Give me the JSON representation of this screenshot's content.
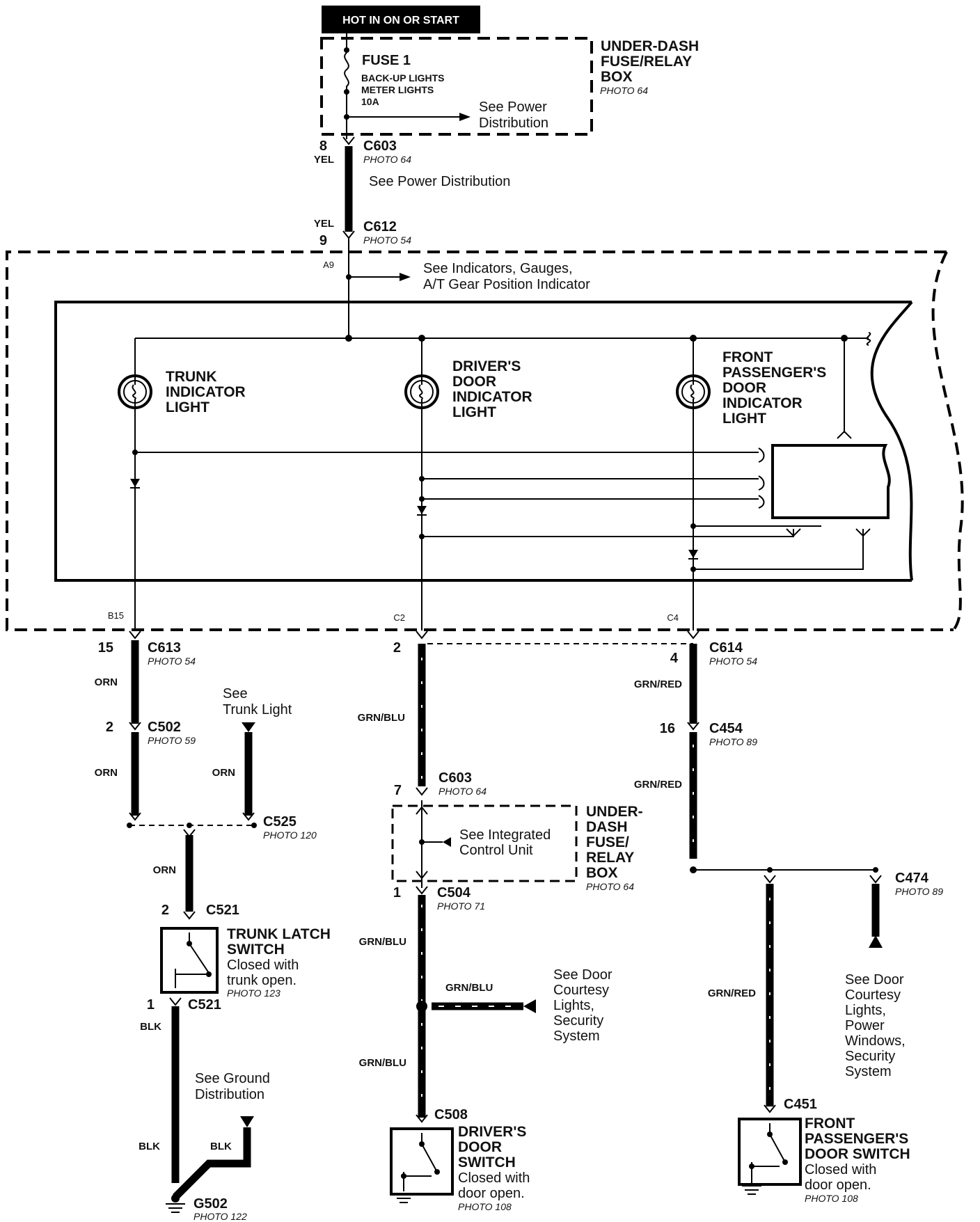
{
  "header": {
    "power_label": "HOT IN ON OR START"
  },
  "fuse_box_top": {
    "fuse_name": "FUSE 1",
    "fuse_line1": "BACK-UP LIGHTS",
    "fuse_line2": "METER LIGHTS",
    "fuse_rating": "10A",
    "see1": "See Power",
    "see2": "Distribution",
    "box_line1": "UNDER-DASH",
    "box_line2": "FUSE/RELAY",
    "box_line3": "BOX",
    "photo": "PHOTO 64"
  },
  "c603_top": {
    "pin": "8",
    "color": "YEL",
    "name": "C603",
    "photo": "PHOTO 64"
  },
  "see_power_mid": "See Power Distribution",
  "c612": {
    "pin": "9",
    "color": "YEL",
    "name": "C612",
    "photo": "PHOTO 54"
  },
  "gauge_assembly": {
    "pin_a9": "A9",
    "see1": "See Indicators, Gauges,",
    "see2": "A/T Gear Position Indicator",
    "pin_b15": "B15",
    "pin_c2": "C2",
    "pin_c4": "C4"
  },
  "lights": {
    "trunk": [
      "TRUNK",
      "INDICATOR",
      "LIGHT"
    ],
    "driver": [
      "DRIVER'S",
      "DOOR",
      "INDICATOR",
      "LIGHT"
    ],
    "passenger": [
      "FRONT",
      "PASSENGER'S",
      "DOOR",
      "INDICATOR",
      "LIGHT"
    ]
  },
  "left_branch": {
    "c613": {
      "pin": "15",
      "name": "C613",
      "photo": "PHOTO 54"
    },
    "wire1": "ORN",
    "c502": {
      "pin": "2",
      "name": "C502",
      "photo": "PHOTO 59"
    },
    "wire2": "ORN",
    "see_trunk1": "See",
    "see_trunk2": "Trunk Light",
    "wire3": "ORN",
    "c525": {
      "name": "C525",
      "photo": "PHOTO 120"
    },
    "wire4": "ORN",
    "c521_top": {
      "pin": "2",
      "name": "C521"
    },
    "switch": {
      "title1": "TRUNK LATCH",
      "title2": "SWITCH",
      "desc1": "Closed with",
      "desc2": "trunk open.",
      "photo": "PHOTO 123"
    },
    "c521_bot": {
      "pin": "1",
      "name": "C521"
    },
    "wire5": "BLK",
    "see_ground1": "See Ground",
    "see_ground2": "Distribution",
    "wire6": "BLK",
    "wire7": "BLK",
    "g502": {
      "name": "G502",
      "photo": "PHOTO 122"
    }
  },
  "middle_branch": {
    "c614_pin": "2",
    "wire1": "GRN/BLU",
    "c603": {
      "pin": "7",
      "name": "C603",
      "photo": "PHOTO 64"
    },
    "see_icu1": "See Integrated",
    "see_icu2": "Control Unit",
    "box": {
      "l1": "UNDER-",
      "l2": "DASH",
      "l3": "FUSE/",
      "l4": "RELAY",
      "l5": "BOX",
      "photo": "PHOTO 64"
    },
    "c504": {
      "pin": "1",
      "name": "C504",
      "photo": "PHOTO 71"
    },
    "wire2": "GRN/BLU",
    "wire3": "GRN/BLU",
    "see_door": [
      "See Door",
      "Courtesy",
      "Lights,",
      "Security",
      "System"
    ],
    "wire4": "GRN/BLU",
    "c508": "C508",
    "switch": {
      "t1": "DRIVER'S",
      "t2": "DOOR",
      "t3": "SWITCH",
      "d1": "Closed with",
      "d2": "door open.",
      "photo": "PHOTO 108"
    }
  },
  "right_branch": {
    "c614": {
      "pin": "4",
      "name": "C614",
      "photo": "PHOTO 54"
    },
    "wire1": "GRN/RED",
    "c454": {
      "pin": "16",
      "name": "C454",
      "photo": "PHOTO 89"
    },
    "wire2": "GRN/RED",
    "c474": {
      "name": "C474",
      "photo": "PHOTO 89"
    },
    "see_door": [
      "See Door",
      "Courtesy",
      "Lights,",
      "Power",
      "Windows,",
      "Security",
      "System"
    ],
    "wire3": "GRN/RED",
    "c451": "C451",
    "switch": {
      "t1": "FRONT",
      "t2": "PASSENGER'S",
      "t3": "DOOR SWITCH",
      "d1": "Closed with",
      "d2": "door open.",
      "photo": "PHOTO 108"
    }
  }
}
